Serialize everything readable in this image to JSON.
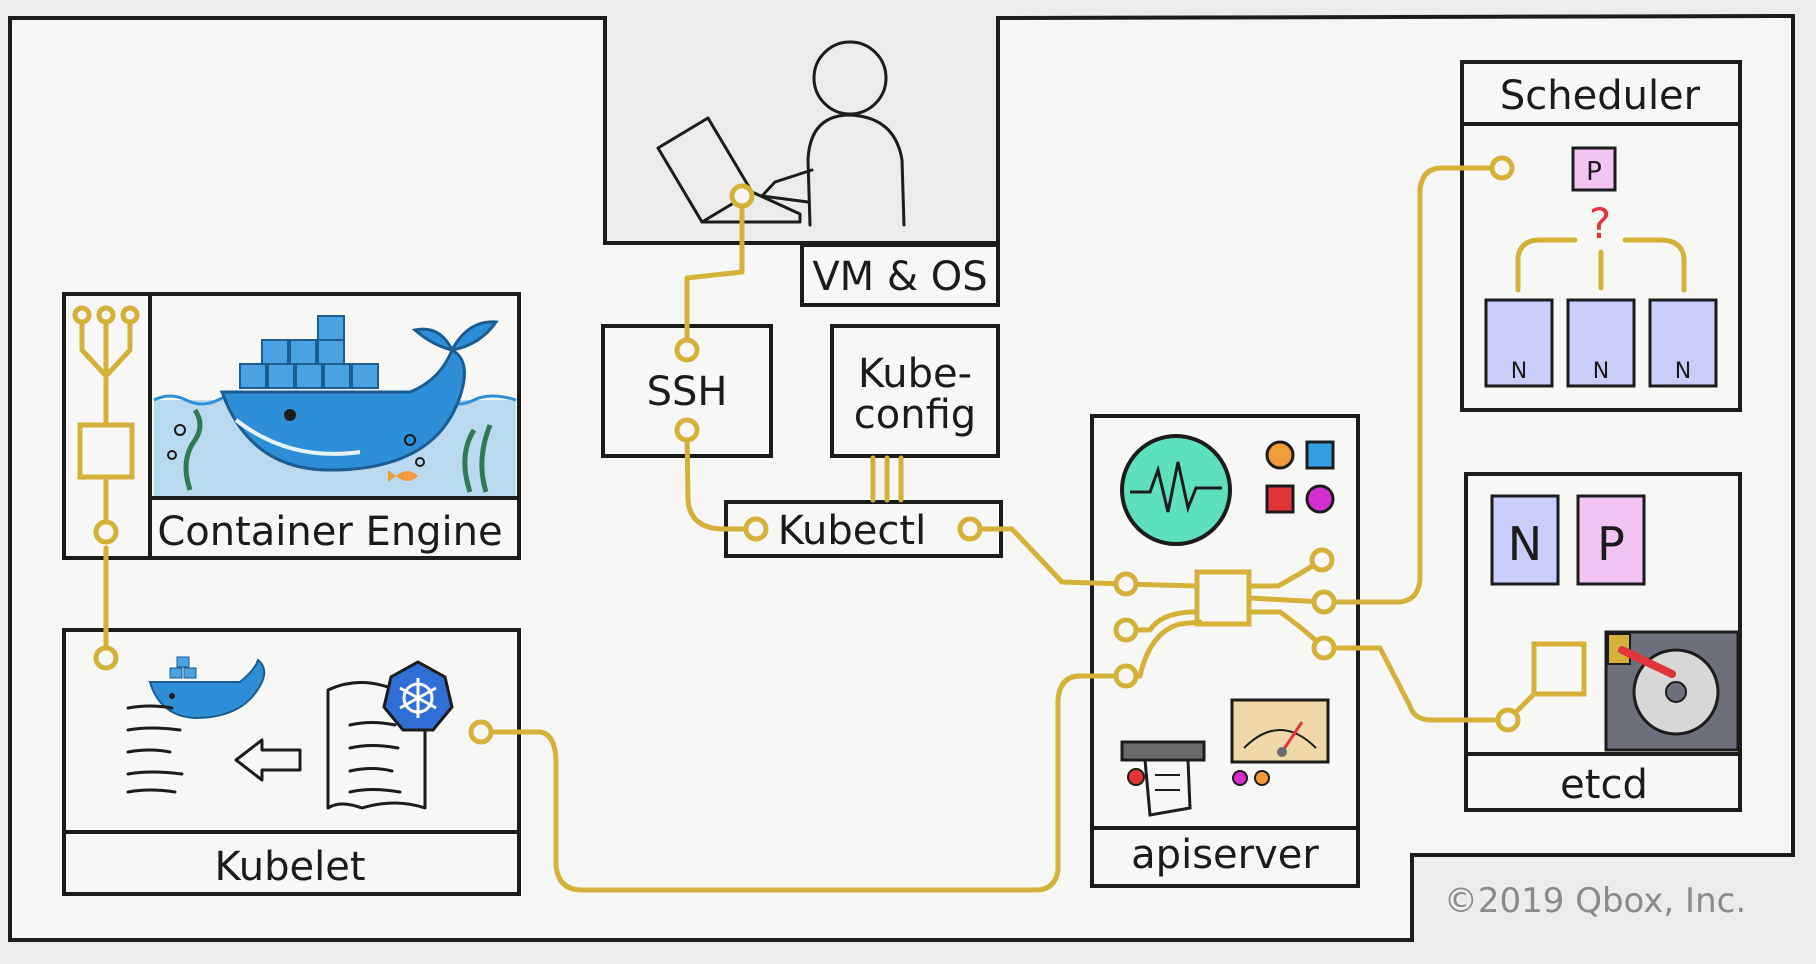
{
  "labels": {
    "vm_os": "VM & OS",
    "ssh": "SSH",
    "kubeconfig_line1": "Kube-",
    "kubeconfig_line2": "config",
    "kubectl": "Kubectl",
    "container_engine": "Container Engine",
    "kubelet": "Kubelet",
    "apiserver": "apiserver",
    "scheduler": "Scheduler",
    "etcd": "etcd"
  },
  "scheduler": {
    "pod_label": "P",
    "question_mark": "?",
    "node_labels": [
      "N",
      "N",
      "N"
    ]
  },
  "etcd": {
    "node_label": "N",
    "pod_label": "P"
  },
  "copyright": "©2019 Qbox, Inc.",
  "colors": {
    "wire": "#d4b23a",
    "node": "#c9cdfa",
    "pod": "#f2c4f2",
    "monitor": "#5ee0bf",
    "docker_blue": "#2f8fd6",
    "water": "#b9d9ee",
    "k8s_blue": "#2f6fd6"
  },
  "icons": [
    "laptop-user-icon",
    "docker-whale-icon",
    "kubernetes-manifest-icon",
    "monitor-waveform-icon",
    "gauge-icon",
    "printer-icon",
    "hard-disk-icon",
    "left-arrow-icon"
  ]
}
